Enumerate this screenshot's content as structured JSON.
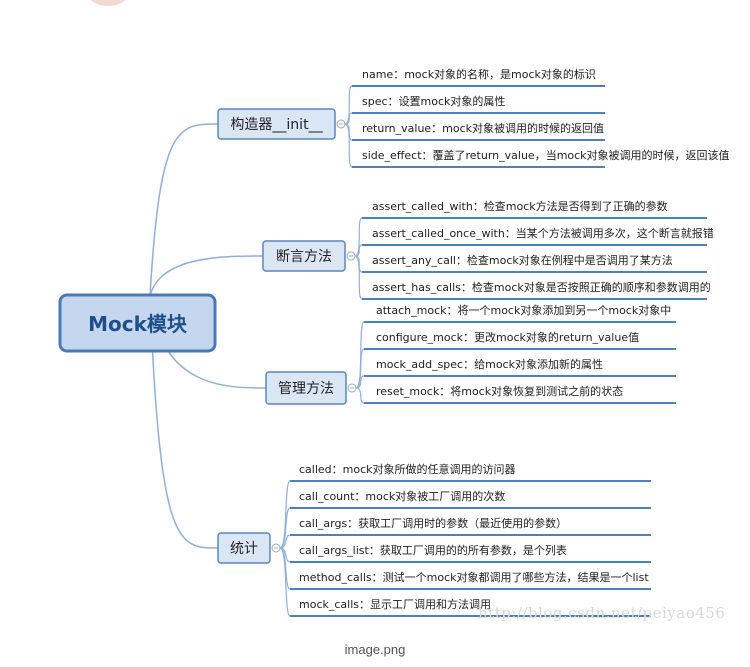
{
  "root": {
    "label": "Mock模块"
  },
  "branches": [
    {
      "label": "构造器__init__",
      "leaves": [
        "name：mock对象的名称，是mock对象的标识",
        "spec：设置mock对象的属性",
        "return_value：mock对象被调用的时候的返回值",
        "side_effect：覆盖了return_value，当mock对象被调用的时候，返回该值"
      ]
    },
    {
      "label": "断言方法",
      "leaves": [
        "assert_called_with：检查mock方法是否得到了正确的参数",
        "assert_called_once_with：当某个方法被调用多次，这个断言就报错",
        "assert_any_call：检查mock对象在例程中是否调用了某方法",
        "assert_has_calls：检查mock对象是否按照正确的顺序和参数调用的"
      ]
    },
    {
      "label": "管理方法",
      "leaves": [
        "attach_mock：将一个mock对象添加到另一个mock对象中",
        "configure_mock：更改mock对象的return_value值",
        "mock_add_spec：给mock对象添加新的属性",
        "reset_mock：将mock对象恢复到测试之前的状态"
      ]
    },
    {
      "label": "统计",
      "leaves": [
        "called：mock对象所做的任意调用的访问器",
        "call_count：mock对象被工厂调用的次数",
        "call_args：获取工厂调用时的参数（最近使用的参数）",
        "call_args_list：获取工厂调用的的所有参数，是个列表",
        "method_calls：测试一个mock对象都调用了哪些方法，结果是一个list",
        "mock_calls：显示工厂调用和方法调用"
      ]
    }
  ],
  "watermark": "http://blog.csdn.net/peiyao456",
  "caption": "image.png",
  "colors": {
    "root_fill": "#c5d7ee",
    "root_border": "#4a78b8",
    "root_text": "#1f4e8c",
    "branch_fill": "#dbe6f4",
    "branch_border": "#5b86c0",
    "line": "#4f7fbf",
    "curve": "#8fb0dc",
    "text": "#222222"
  }
}
